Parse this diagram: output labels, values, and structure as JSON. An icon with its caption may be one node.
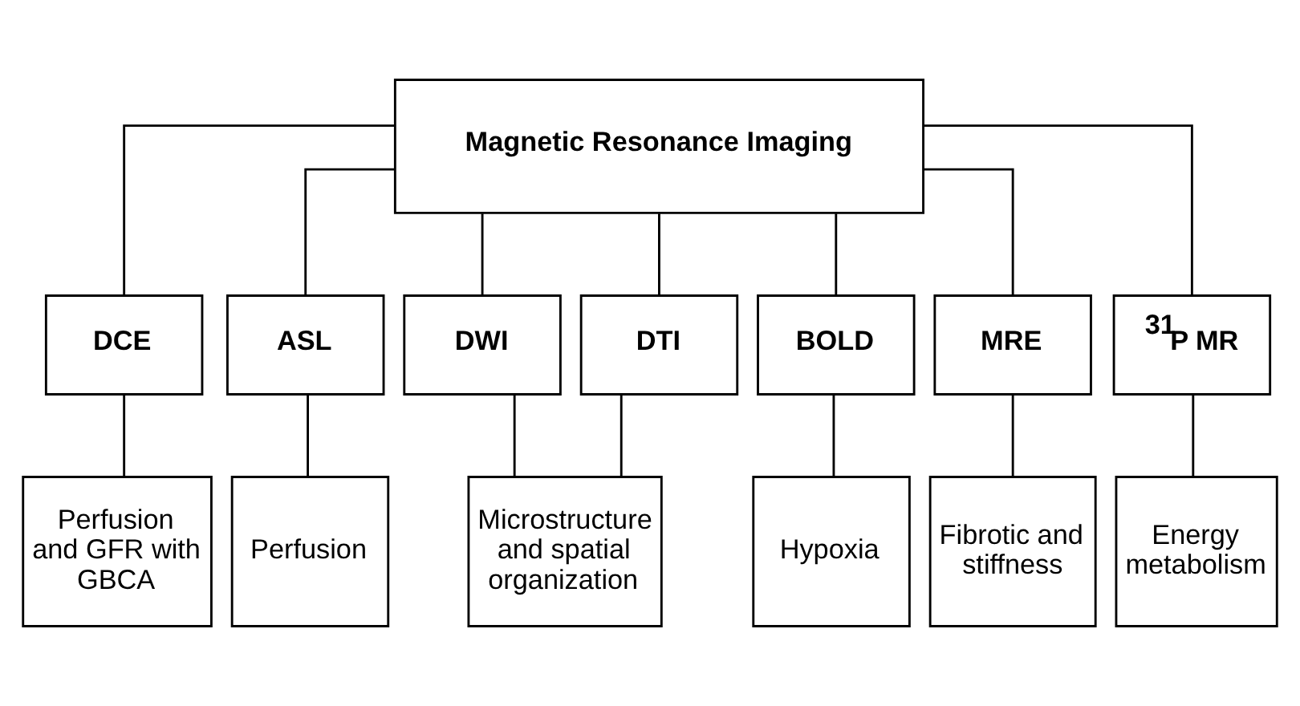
{
  "diagram": {
    "nodes": [
      {
        "text": [
          "Magnetic Resonance Imaging"
        ]
      },
      {
        "text": [
          "DCE"
        ]
      },
      {
        "text": [
          "ASL"
        ]
      },
      {
        "text": [
          "DWI"
        ]
      },
      {
        "text": [
          "DTI"
        ]
      },
      {
        "text": [
          "BOLD"
        ]
      },
      {
        "text": [
          "MRE"
        ]
      },
      {
        "text": [
          "$^{31}$P MR"
        ]
      },
      {
        "text": [
          "Perfusion and GFR with GBCA"
        ]
      },
      {
        "text": [
          "Perfusion"
        ]
      },
      {
        "text": [
          "Microstructure and spatial organization"
        ]
      },
      {
        "text": [
          "Hypoxia"
        ]
      },
      {
        "text": [
          "Fibrotic and stiffness"
        ]
      },
      {
        "text": [
          "Energy metabolism"
        ]
      }
    ],
    "edges": [
      {
        "from": 0,
        "to": 1,
        "arrow": "none"
      },
      {
        "from": 0,
        "to": 2,
        "arrow": "none"
      },
      {
        "from": 0,
        "to": 3,
        "arrow": "none"
      },
      {
        "from": 0,
        "to": 4,
        "arrow": "none"
      },
      {
        "from": 0,
        "to": 5,
        "arrow": "none"
      },
      {
        "from": 0,
        "to": 6,
        "arrow": "none"
      },
      {
        "from": 0,
        "to": 7,
        "arrow": "none"
      },
      {
        "from": 1,
        "to": 8,
        "arrow": "none"
      },
      {
        "from": 2,
        "to": 9,
        "arrow": "none"
      },
      {
        "from": 3,
        "to": 10,
        "arrow": "none"
      },
      {
        "from": 4,
        "to": 10,
        "arrow": "none"
      },
      {
        "from": 5,
        "to": 11,
        "arrow": "none"
      },
      {
        "from": 6,
        "to": 12,
        "arrow": "none"
      },
      {
        "from": 7,
        "to": 13,
        "arrow": "none"
      }
    ]
  }
}
